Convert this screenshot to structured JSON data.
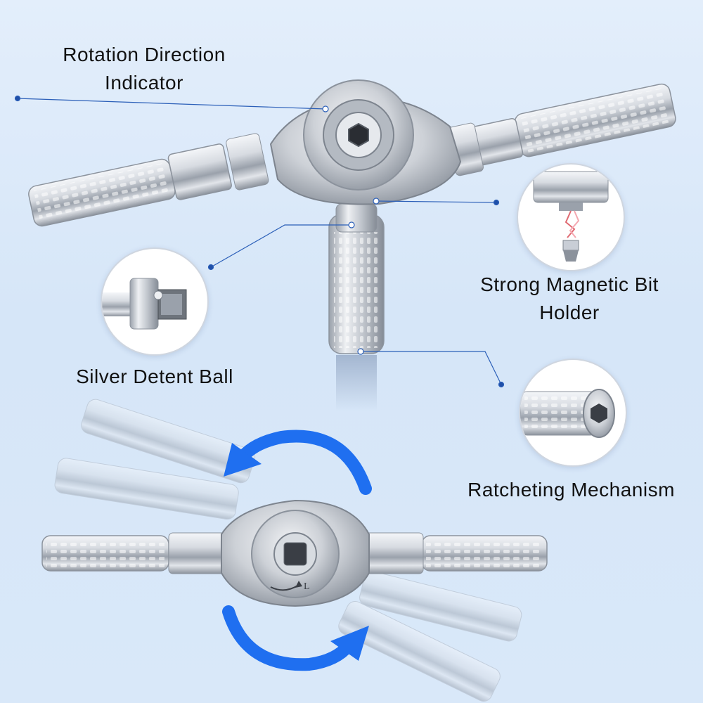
{
  "callouts": {
    "rotation": {
      "line1": "Rotation Direction",
      "line2": "Indicator"
    },
    "magnet": {
      "line1": "Strong Magnetic Bit",
      "line2": "Holder"
    },
    "detent": {
      "line1": "Silver Detent Ball"
    },
    "ratchet": {
      "line1": "Ratcheting Mechanism"
    }
  },
  "product_marking": {
    "direction_letter": "L"
  },
  "colors": {
    "background": "#dbe8f8",
    "arrow_blue": "#1f6ff0",
    "leader_line": "#2b5fb8",
    "metal": "#c9ced6"
  },
  "icons": [
    "rotate-counterclockwise-arrow-icon",
    "rotate-clockwise-arrow-icon"
  ]
}
